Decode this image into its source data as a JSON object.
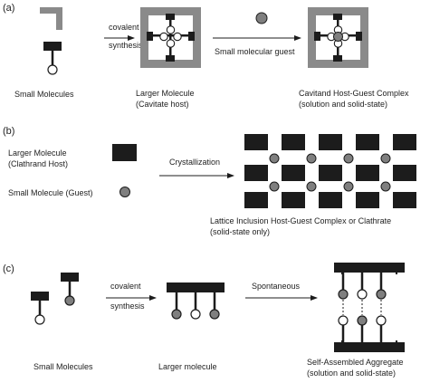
{
  "colors": {
    "black": "#1c1c1c",
    "gray": "#8a8a8a",
    "circle_gray": "#7f7f7f",
    "white": "#ffffff"
  },
  "panel_a": {
    "label": "(a)",
    "arrow1_top": "covalent",
    "arrow1_bottom": "synthesis",
    "arrow2_label": "Small molecular guest",
    "caption_small": "Small Molecules",
    "caption_larger_line1": "Larger Molecule",
    "caption_larger_line2": "(Cavitate host)",
    "caption_complex_line1": "Cavitand Host-Guest Complex",
    "caption_complex_line2": "(solution and solid-state)"
  },
  "panel_b": {
    "label": "(b)",
    "host_line1": "Larger Molecule",
    "host_line2": "(Clathrand Host)",
    "guest_label": "Small Molecule (Guest)",
    "arrow_label": "Crystallization",
    "caption_line1": "Lattice Inclusion Host-Guest Complex or Clathrate",
    "caption_line2": "(solid-state only)"
  },
  "panel_c": {
    "label": "(c)",
    "arrow1_top": "covalent",
    "arrow1_bottom": "synthesis",
    "arrow2_label": "Spontaneous",
    "caption_small": "Small Molecules",
    "caption_larger": "Larger molecule",
    "caption_aggregate_line1": "Self-Assembled Aggregate",
    "caption_aggregate_line2": "(solution and solid-state)"
  }
}
